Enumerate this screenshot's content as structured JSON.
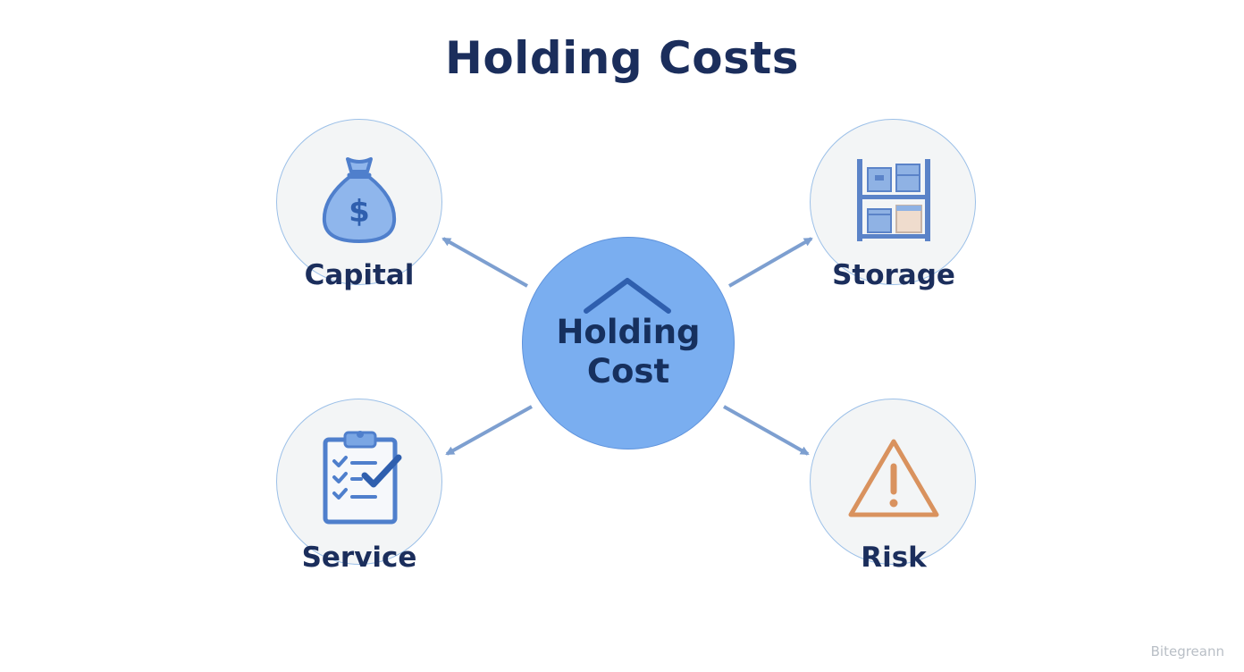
{
  "title": "Holding Costs",
  "hub": {
    "label_line1": "Holding",
    "label_line2": "Cost"
  },
  "nodes": {
    "capital": {
      "label": "Capital",
      "icon": "money-bag-icon"
    },
    "storage": {
      "label": "Storage",
      "icon": "shelving-icon"
    },
    "service": {
      "label": "Service",
      "icon": "clipboard-checklist-icon"
    },
    "risk": {
      "label": "Risk",
      "icon": "warning-icon"
    }
  },
  "watermark": "Bitegreann",
  "colors": {
    "title": "#1b2e5c",
    "hub_fill": "#7aaef0",
    "node_fill": "#f3f5f6",
    "node_border": "#9cc0e8",
    "arrow": "#7d9fd0",
    "icon_blue": "#4f7fcc",
    "icon_orange": "#d9925e"
  }
}
